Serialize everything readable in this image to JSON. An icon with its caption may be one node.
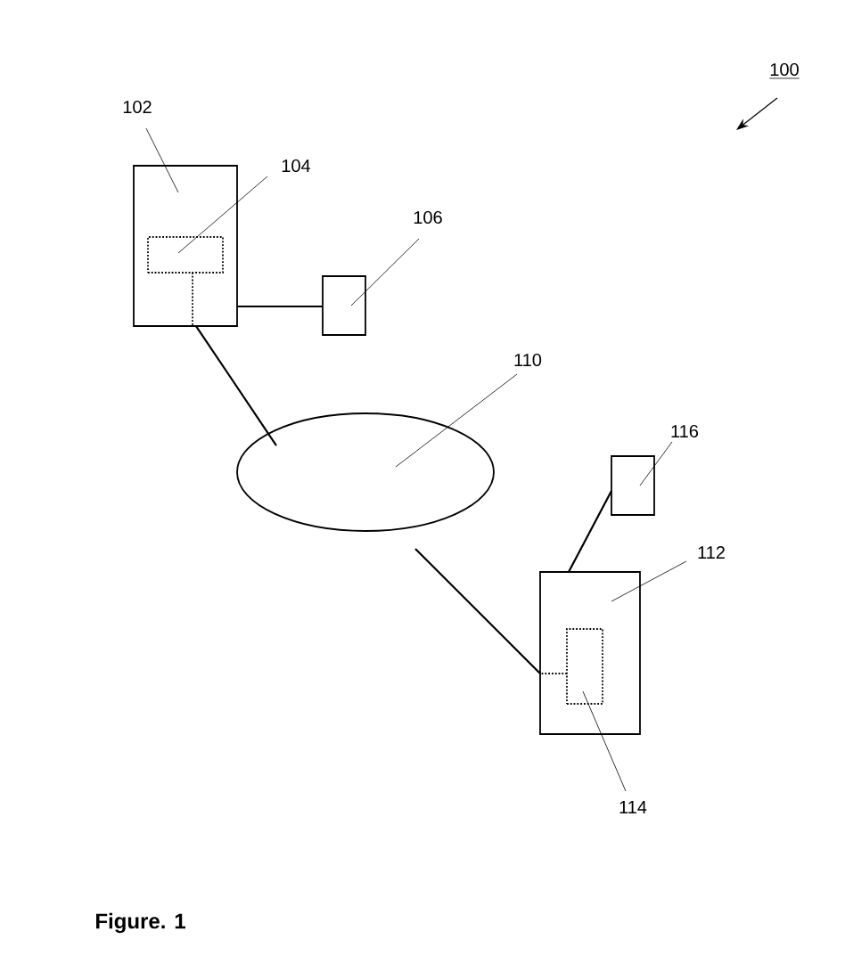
{
  "diagram": {
    "caption": "Figure. 1",
    "nodes": [
      {
        "text": [
          "100"
        ]
      },
      {
        "text": [
          "102"
        ]
      },
      {
        "text": [],
        "shape": "box"
      },
      {
        "text": [
          "104"
        ]
      },
      {
        "text": [],
        "shape": "box",
        "in": 2
      },
      {
        "text": [
          "106"
        ]
      },
      {
        "text": [],
        "shape": "box"
      },
      {
        "text": [
          "110"
        ]
      },
      {
        "text": [],
        "shape": "ellipse"
      },
      {
        "text": [
          "116"
        ]
      },
      {
        "text": [],
        "shape": "box"
      },
      {
        "text": [
          "112"
        ]
      },
      {
        "text": [],
        "shape": "box"
      },
      {
        "text": [
          "114"
        ]
      },
      {
        "text": [],
        "shape": "box",
        "in": 12
      }
    ],
    "edges": [
      {
        "from": 0,
        "to": null,
        "arrow": "to"
      },
      {
        "from": 1,
        "to": 2,
        "arrow": "none"
      },
      {
        "from": 3,
        "to": 4,
        "arrow": "none"
      },
      {
        "from": 5,
        "to": 6,
        "arrow": "none"
      },
      {
        "from": 7,
        "to": 8,
        "arrow": "none"
      },
      {
        "from": 9,
        "to": 10,
        "arrow": "none"
      },
      {
        "from": 11,
        "to": 12,
        "arrow": "none"
      },
      {
        "from": 13,
        "to": 14,
        "arrow": "none"
      },
      {
        "from": 4,
        "to": 2,
        "arrow": "none",
        "style": "dashed"
      },
      {
        "from": 2,
        "to": 6,
        "arrow": "none"
      },
      {
        "from": 2,
        "to": 8,
        "arrow": "none"
      },
      {
        "from": 8,
        "to": 12,
        "arrow": "none"
      },
      {
        "from": 14,
        "to": 12,
        "arrow": "none",
        "style": "dashed"
      },
      {
        "from": 10,
        "to": 12,
        "arrow": "none"
      }
    ]
  }
}
